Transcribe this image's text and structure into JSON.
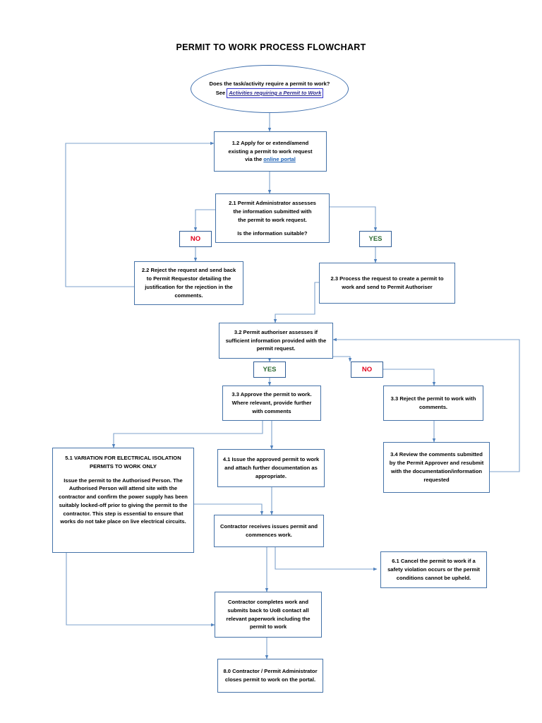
{
  "document": {
    "title": "PERMIT TO WORK PROCESS FLOWCHART"
  },
  "nodes": {
    "start": {
      "question_line": "Does the task/activity require a permit to work?",
      "see_prefix": "See",
      "see_link": "Activities requiring a Permit to Work"
    },
    "apply": {
      "line1": "1.2 Apply for or extend/amend",
      "line2": "existing  a permit to work request",
      "line3_prefix": "via the ",
      "line3_link": "online portal"
    },
    "assess": {
      "line1": "2.1 Permit Administrator assesses",
      "line2": "the information submitted with",
      "line3": "the permit to work request.",
      "question": "Is the information suitable?"
    },
    "reject_request": {
      "text": "2.2 Reject the request and send back to Permit Requestor detailing the justification for the rejection in the comments."
    },
    "process_request": {
      "text": "2.3 Process the request to create a permit to work and send to Permit Authoriser"
    },
    "authoriser_assess": {
      "text": "3.2 Permit authoriser assesses if sufficient information provided with the permit request."
    },
    "approve_permit": {
      "text": "3.3 Approve the permit to work. Where relevant, provide further with comments"
    },
    "reject_permit": {
      "text": "3.3 Reject the permit to work with comments."
    },
    "review_comments": {
      "text": "3.4 Review the comments submitted by the Permit Approver and resubmit with the documentation/information requested"
    },
    "electrical_isolation": {
      "heading": "5.1 VARIATION FOR ELECTRICAL ISOLATION PERMITS TO WORK ONLY",
      "body": "Issue the permit to the Authorised Person.  The Authorised Person will attend site with the contractor and confirm the power supply has been suitably locked-off prior to giving the permit to the contractor.  This step is essential to ensure that works do not take place on live electrical circuits."
    },
    "issue_permit": {
      "text": "4.1 Issue the approved permit to work and attach further documentation as appropriate."
    },
    "contractor_receives": {
      "text": "Contractor receives issues permit and commences work."
    },
    "cancel_permit": {
      "text": "6.1 Cancel the permit to work if a safety violation occurs or the permit conditions cannot be upheld."
    },
    "contractor_completes": {
      "text": "Contractor completes work and submits back to UoB contact all relevant paperwork including the permit to work"
    },
    "close_permit": {
      "text": "8.0 Contractor / Permit Administrator closes permit to work on the portal."
    }
  },
  "decision_labels": {
    "assess_no": "NO",
    "assess_yes": "YES",
    "authoriser_yes": "YES",
    "authoriser_no": "NO"
  },
  "colors": {
    "box_border": "#4472a8",
    "connector": "#4f81bd",
    "no_text": "#e2001a",
    "yes_text": "#2f6b33",
    "hyperlink": "#1a5fb4",
    "boxed_link_border": "#3333cc",
    "background": "#ffffff"
  }
}
